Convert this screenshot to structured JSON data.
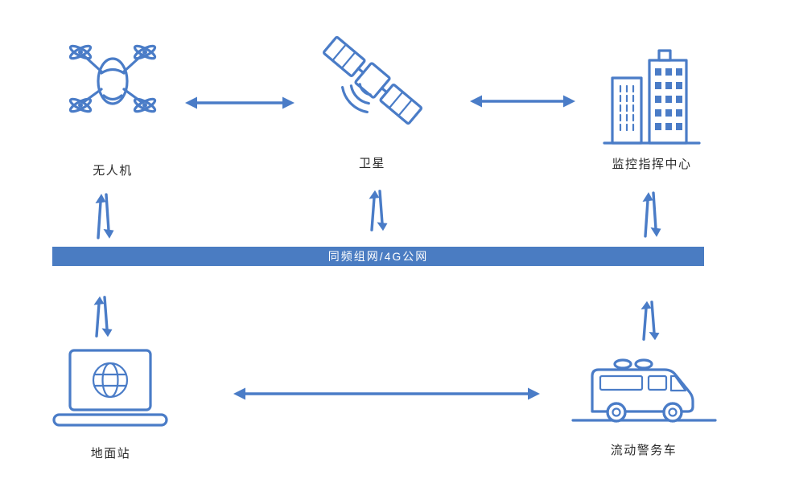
{
  "nodes": {
    "drone": {
      "label": "无人机"
    },
    "satellite": {
      "label": "卫星"
    },
    "command_center": {
      "label": "监控指挥中心"
    },
    "ground_station": {
      "label": "地面站"
    },
    "police_vehicle": {
      "label": "流动警务车"
    }
  },
  "network_bar": {
    "label": "同频组网/4G公网"
  },
  "connections": [
    {
      "from": "drone",
      "to": "satellite",
      "type": "bidirectional"
    },
    {
      "from": "satellite",
      "to": "command_center",
      "type": "bidirectional"
    },
    {
      "from": "drone",
      "to": "network_bar",
      "type": "bidirectional"
    },
    {
      "from": "satellite",
      "to": "network_bar",
      "type": "bidirectional"
    },
    {
      "from": "command_center",
      "to": "network_bar",
      "type": "bidirectional"
    },
    {
      "from": "network_bar",
      "to": "ground_station",
      "type": "bidirectional"
    },
    {
      "from": "network_bar",
      "to": "police_vehicle",
      "type": "bidirectional"
    },
    {
      "from": "ground_station",
      "to": "police_vehicle",
      "type": "bidirectional"
    }
  ],
  "colors": {
    "accent": "#4a7cc7",
    "bar_background": "#4a7cc2",
    "bar_text": "#ffffff",
    "label_text": "#2b2b2b"
  }
}
